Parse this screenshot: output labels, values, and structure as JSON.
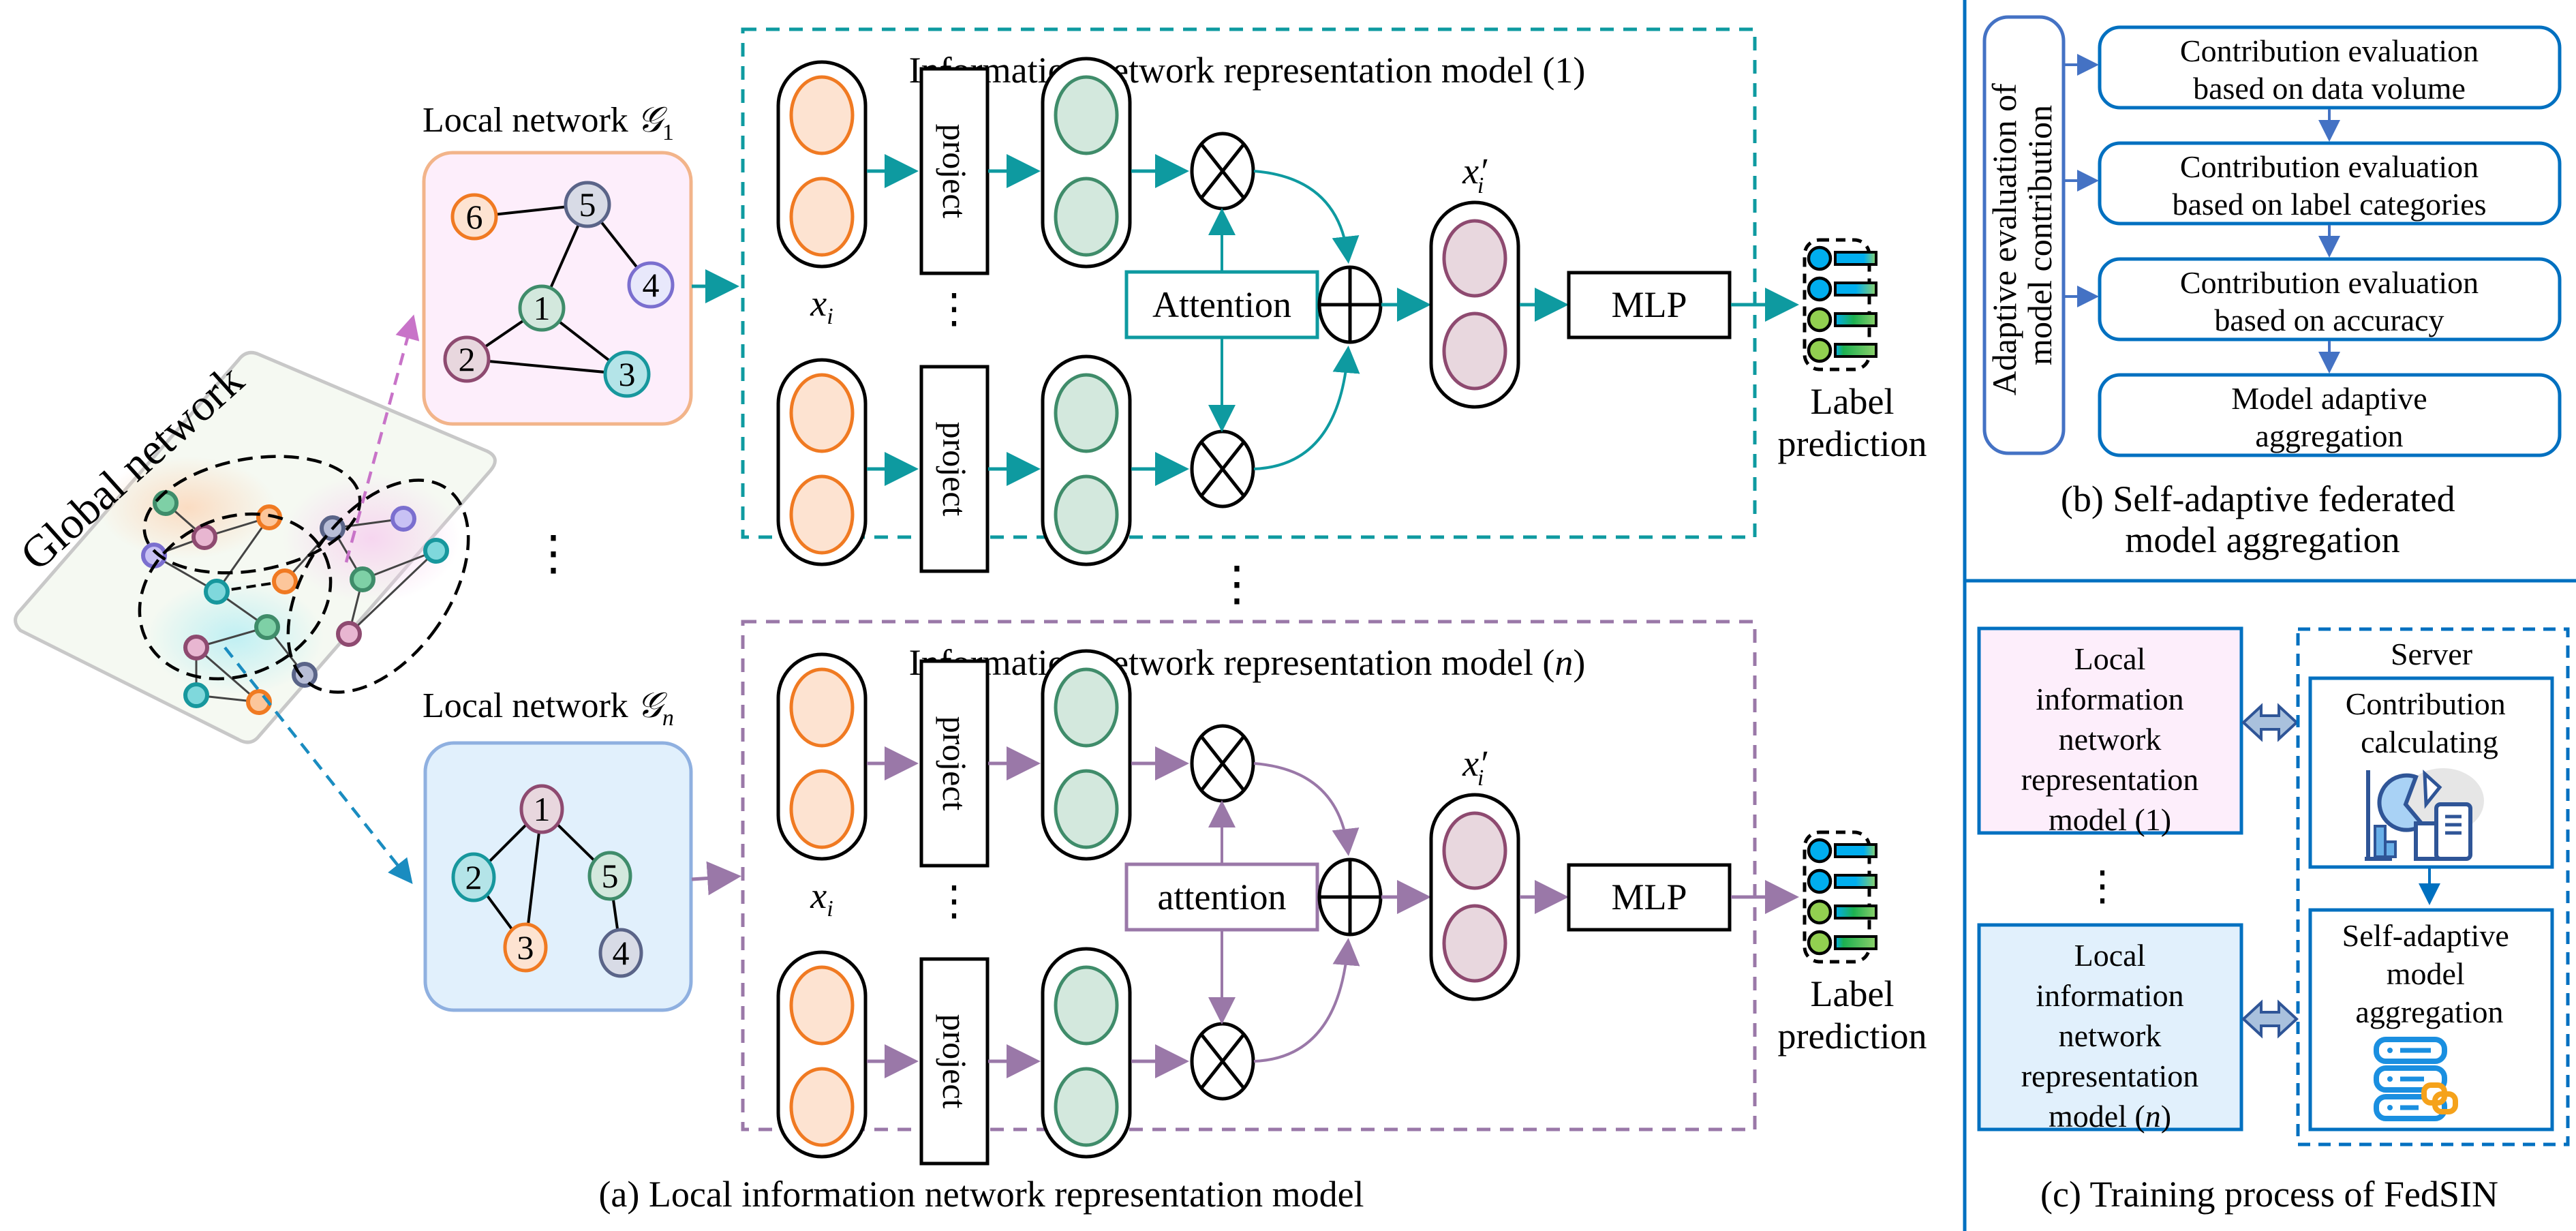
{
  "panel_a": {
    "caption": "(a) Local information network representation model",
    "global_network": {
      "label": "Global network"
    },
    "local_networks": [
      {
        "title_prefix": "Local network ",
        "title_symbol": "𝒢",
        "title_subscript": "1",
        "nodes": [
          {
            "id": "6",
            "fill": "#fde3d1",
            "stroke": "#f07a22"
          },
          {
            "id": "5",
            "fill": "#d8dbe6",
            "stroke": "#5a6488"
          },
          {
            "id": "4",
            "fill": "#e8e8fb",
            "stroke": "#7b6fcf"
          },
          {
            "id": "1",
            "fill": "#d3e8dd",
            "stroke": "#3f8c6a"
          },
          {
            "id": "2",
            "fill": "#e8d7de",
            "stroke": "#8e4a70"
          },
          {
            "id": "3",
            "fill": "#b4e4e8",
            "stroke": "#17979d"
          }
        ],
        "edges": [
          [
            "6",
            "5"
          ],
          [
            "5",
            "1"
          ],
          [
            "5",
            "4"
          ],
          [
            "1",
            "2"
          ],
          [
            "1",
            "3"
          ],
          [
            "2",
            "3"
          ]
        ],
        "background": "#fdeefb",
        "border": "#f2b48a"
      },
      {
        "title_prefix": "Local network ",
        "title_symbol": "𝒢",
        "title_subscript": "n",
        "nodes": [
          {
            "id": "1",
            "fill": "#e8d7de",
            "stroke": "#8e4a70"
          },
          {
            "id": "2",
            "fill": "#b4e4e8",
            "stroke": "#17979d"
          },
          {
            "id": "5",
            "fill": "#d3e8dd",
            "stroke": "#3f8c6a"
          },
          {
            "id": "3",
            "fill": "#fde3d1",
            "stroke": "#f07a22"
          },
          {
            "id": "4",
            "fill": "#d8dbe6",
            "stroke": "#5a6488"
          }
        ],
        "edges": [
          [
            "1",
            "2"
          ],
          [
            "1",
            "3"
          ],
          [
            "1",
            "5"
          ],
          [
            "2",
            "3"
          ],
          [
            "5",
            "4"
          ]
        ],
        "background": "#e1f0fc",
        "border": "#8fb0e0"
      }
    ],
    "models": [
      {
        "title": "Information network representation model (1)",
        "title_main": "Information network representation model (",
        "title_arg": "1",
        "title_arg_italic": false,
        "title_end": ")",
        "accent": "#0e9aa0",
        "project_label": "project",
        "attention_label": "Attention",
        "input_label": "x",
        "input_sub": "i",
        "output_label": "x",
        "output_sub": "i",
        "output_prime": "′",
        "mlp_label": "MLP",
        "ellipsis": "⋮"
      },
      {
        "title": "Information network representation model (n)",
        "title_main": "Information network representation model (",
        "title_arg": "n",
        "title_arg_italic": true,
        "title_end": ")",
        "accent": "#9a78a8",
        "project_label": "project",
        "attention_label": "attention",
        "input_label": "x",
        "input_sub": "i",
        "output_label": "x",
        "output_sub": "i",
        "output_prime": "′",
        "mlp_label": "MLP",
        "ellipsis": "⋮"
      }
    ],
    "label_prediction": {
      "line1": "Label",
      "line2": "prediction"
    },
    "vertical_ellipsis": "⋮",
    "colors": {
      "input_node_fill": "#fde3d1",
      "input_node_stroke": "#f07a22",
      "proj_node_fill": "#d3e8dd",
      "proj_node_stroke": "#3f8c6a",
      "out_node_fill": "#e8d7de",
      "out_node_stroke": "#8e4a70",
      "arrow_to_g1": "#c873c8",
      "arrow_to_gn": "#1a8cc0"
    }
  },
  "panel_b": {
    "side_label_line1": "Adaptive evaluation of",
    "side_label_line2": "model contribution",
    "steps": [
      {
        "line1": "Contribution evaluation",
        "line2": "based on data volume"
      },
      {
        "line1": "Contribution evaluation",
        "line2": "based on label categories"
      },
      {
        "line1": "Contribution evaluation",
        "line2": "based on accuracy"
      },
      {
        "line1": "Model adaptive",
        "line2": "aggregation"
      }
    ],
    "caption_line1": "(b) Self-adaptive federated",
    "caption_line2": "model aggregation",
    "accent": "#0070c0"
  },
  "panel_c": {
    "clients": [
      {
        "lines": [
          "Local",
          "information",
          "network",
          "representation",
          "model (1)"
        ],
        "fill": "#fdeefb"
      },
      {
        "lines": [
          "Local",
          "information",
          "network",
          "representation",
          "model (n)"
        ],
        "fill": "#e1f0fc"
      }
    ],
    "client_ellipsis": "⋮",
    "server_label": "Server",
    "server_steps": [
      {
        "lines": [
          "Contribution",
          "calculating"
        ],
        "icon": "chart-report-icon"
      },
      {
        "lines": [
          "Self-adaptive",
          "model",
          "aggregation"
        ],
        "icon": "server-link-icon"
      }
    ],
    "caption": "(c) Training process of FedSIN",
    "accent": "#0070c0"
  }
}
